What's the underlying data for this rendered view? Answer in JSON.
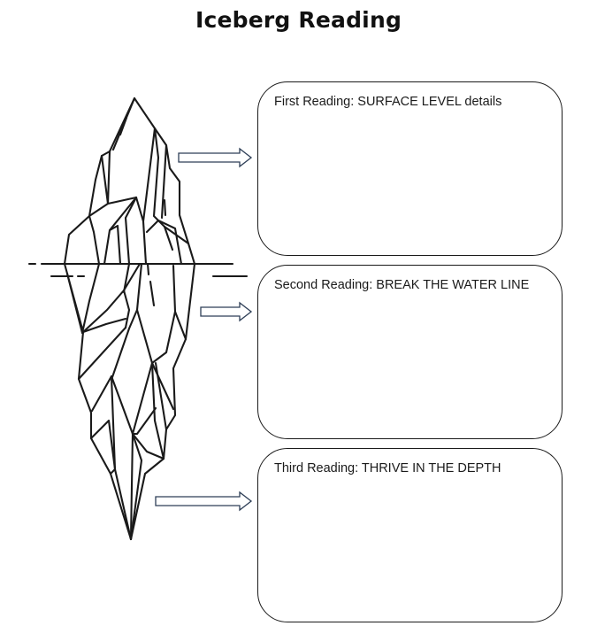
{
  "page": {
    "title": "Iceberg Reading"
  },
  "readings": [
    {
      "label": "First Reading: SURFACE LEVEL details"
    },
    {
      "label": "Second Reading: BREAK THE WATER LINE"
    },
    {
      "label": "Third Reading: THRIVE IN THE DEPTH"
    }
  ],
  "icons": {
    "illustration": "iceberg-icon",
    "pointer": "right-arrow-icon"
  },
  "colors": {
    "line": "#1a1a1a",
    "arrow_stroke": "#2e3f57",
    "background": "#ffffff"
  }
}
